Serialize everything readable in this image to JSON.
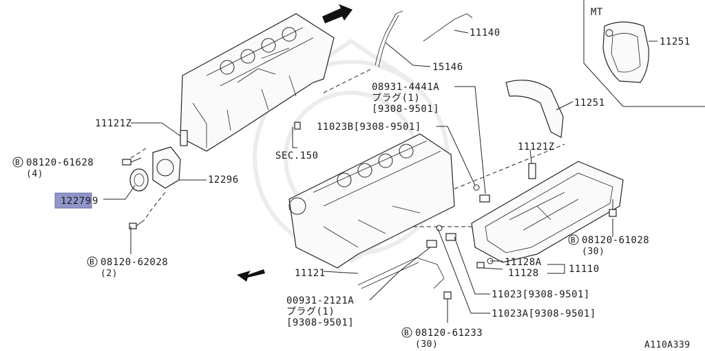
{
  "section_label": "MT",
  "figure_id": "A110A339",
  "highlighted_part": "12279",
  "callouts": {
    "p11140": "11140",
    "p15146": "15146",
    "p11251_mt": "11251",
    "p11251": "11251",
    "plug_a_num": "08931-4441A",
    "plug_a_desc": "プラグ(1)",
    "plug_a_date": "[9308-9501]",
    "p11023b": "11023B[9308-9501]",
    "p11121z_l": "11121Z",
    "p11121z_r": "11121Z",
    "sec150": "SEC.150",
    "bolt_61628": "08120-61628",
    "bolt_61628_qty": "(4)",
    "p12296": "12296",
    "p12279_tail": "9",
    "bolt_62028": "08120-62028",
    "bolt_62028_qty": "(2)",
    "bolt_61028": "08120-61028",
    "bolt_61028_qty": "(30)",
    "p11128a": "11128A",
    "p11110": "11110",
    "p11128": "11128",
    "p11121": "11121",
    "plug_b_num": "00931-2121A",
    "plug_b_desc": "プラグ(1)",
    "plug_b_date": "[9308-9501]",
    "p11023": "11023[9308-9501]",
    "p11023a": "11023A[9308-9501]",
    "bolt_61233": "08120-61233",
    "bolt_61233_qty": "(30)",
    "b_symbol": "B"
  },
  "icons": [
    "direction-arrow-icon",
    "bolt-icon",
    "seal-icon",
    "gasket-icon",
    "dipstick-icon"
  ]
}
